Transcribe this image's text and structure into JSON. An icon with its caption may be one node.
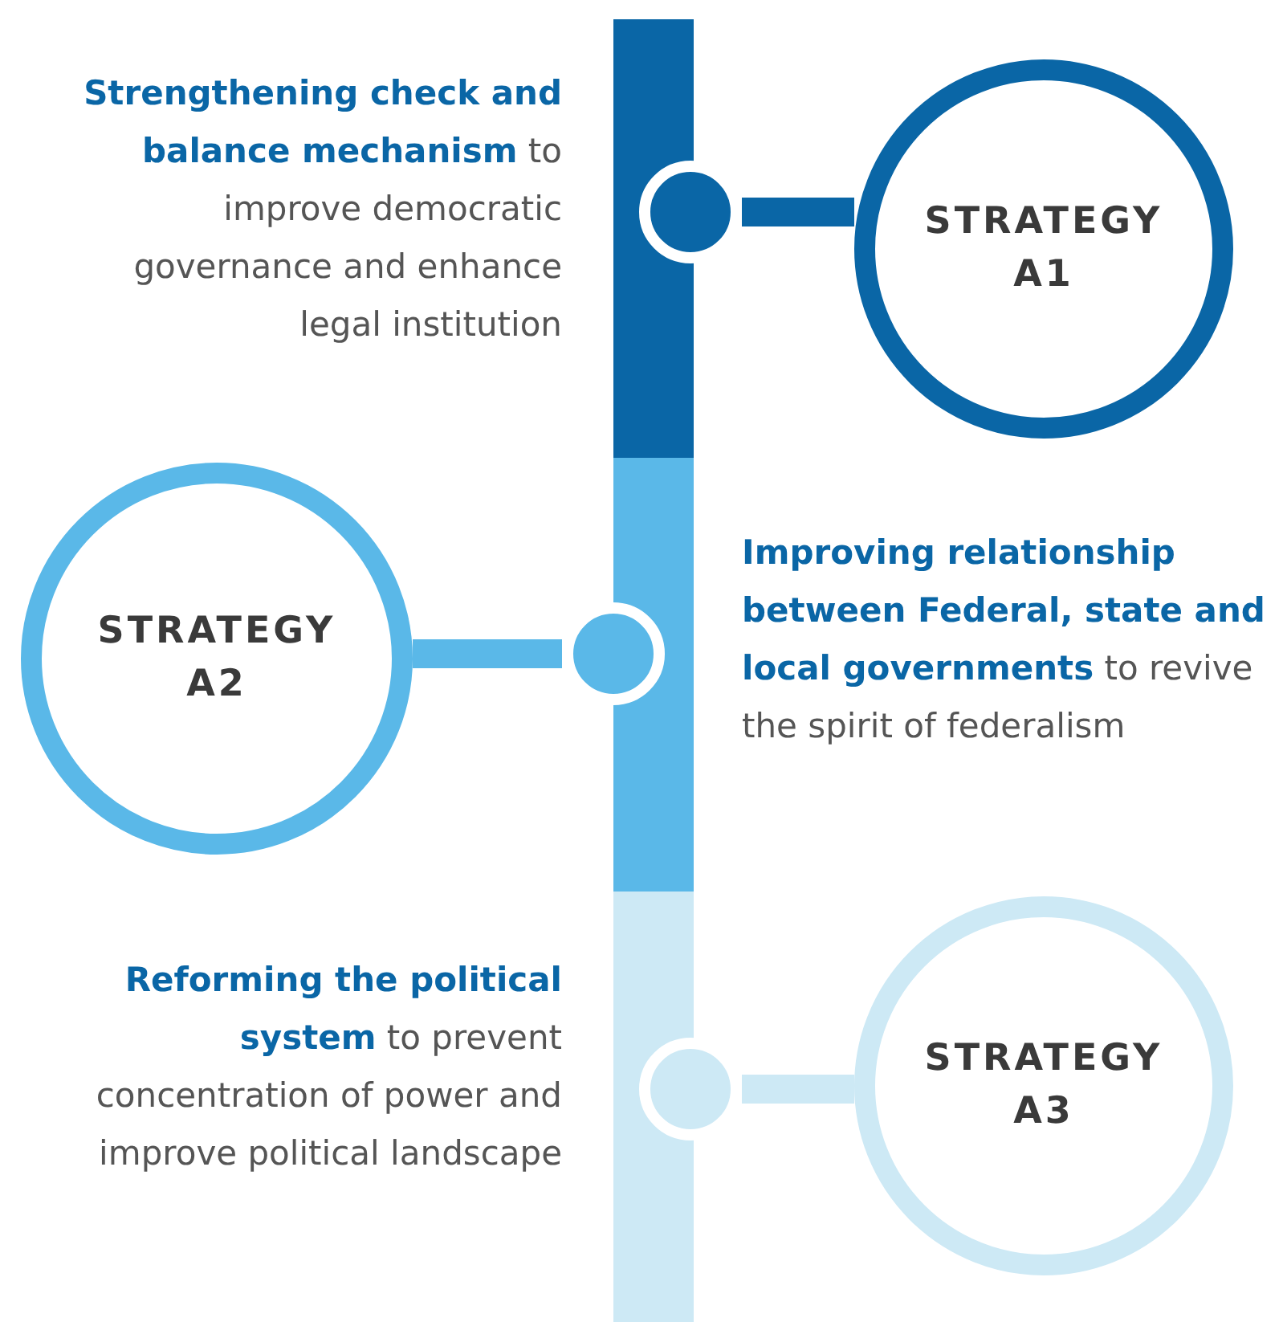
{
  "diagram": {
    "nodes": [
      {
        "text": [
          "STRATEGY A1"
        ]
      },
      {
        "text": [],
        "shape": "circle"
      },
      {
        "text": [
          "STRATEGY A2"
        ]
      },
      {
        "text": [],
        "shape": "circle"
      },
      {
        "text": [
          "STRATEGY A3"
        ]
      },
      {
        "text": [],
        "shape": "circle"
      }
    ],
    "edges": [
      {
        "from": 1,
        "to": 0,
        "arrow": "none",
        "color": "#0a66a6"
      },
      {
        "from": 3,
        "to": 2,
        "arrow": "none",
        "color": "#5ab8e8"
      },
      {
        "from": 5,
        "to": 4,
        "arrow": "none",
        "color": "#cde9f5"
      }
    ],
    "labels": [
      "**Strengthening check and balance mechanism** to improve democratic governance and enhance legal institution",
      "**Improving relationship between Federal, state and local governments** to revive the spirit of federalism",
      "**Reforming the political system** to prevent concentration of power and improve political landscape"
    ]
  }
}
